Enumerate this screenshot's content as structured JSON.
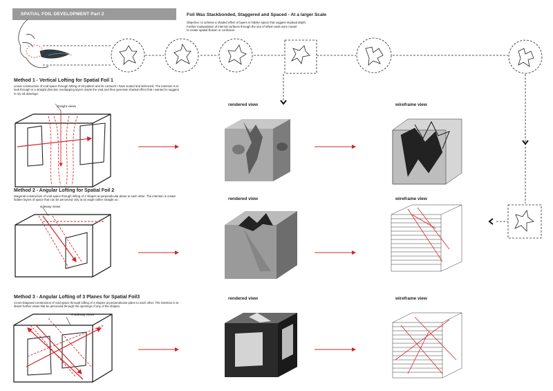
{
  "header": {
    "banner": "SPATIAL FOIL DEVELOPMENT Part 2",
    "title": "Foil Was Stackbonded, Staggered and Spaced - At a larger Scale",
    "objective_lines": [
      "Objective: to achieve a shaded effect of layers in hidden space that suggest implead depth.",
      "Further manipulation of  internal surfaces through the use of lofted voids  were meant",
      "to create spatial illusion or confusion."
    ]
  },
  "methods": [
    {
      "title": "Method 1 - Vertical Lofting for Spatial Foil 1",
      "description_lines": [
        "Linear construction of void space through lofting of 2d pattern and its contours I have scaled and deformed. The intention is to",
        "look through in a straight direction overlapping layers inside the void and thus generate shaded effect that I wanted to suggest",
        "in my 2d drawings."
      ],
      "view_note": "straight views",
      "rendered_label": "rendered view",
      "wireframe_label": "wireframe view"
    },
    {
      "title": "Method 2 - Angular Lofting for Spatial Foil 2",
      "description_lines": [
        "Diagonal construction of void space through lofting of 2 shapes at perpendicular plane to each other. The intention is create",
        "hidden layers of space that can be perceived only at an angle rather straight on."
      ],
      "view_note": "sideway views",
      "rendered_label": "rendered view",
      "wireframe_label": "wireframe view"
    },
    {
      "title": "Method 3 - Angular Lofting of 3 Planes for Spatial Foil3",
      "description_lines": [
        "Cross-Diagonal construction of void space through lofting of 4 shapes at perpendicular plane to each other. The intention is to",
        "distort further views that be perceived through the openings of any of the shapes."
      ],
      "view_note": "3 sideway views",
      "rendered_label": "rendered view",
      "wireframe_label": "wireframe view"
    }
  ],
  "colors": {
    "accent": "#d2232a",
    "banner": "#9a9a9a",
    "line": "#222222"
  },
  "icons": [
    "face-sketch-icon",
    "foil-shape-icon",
    "chevron-down-icon",
    "chevron-left-icon",
    "red-arrow-icon"
  ]
}
